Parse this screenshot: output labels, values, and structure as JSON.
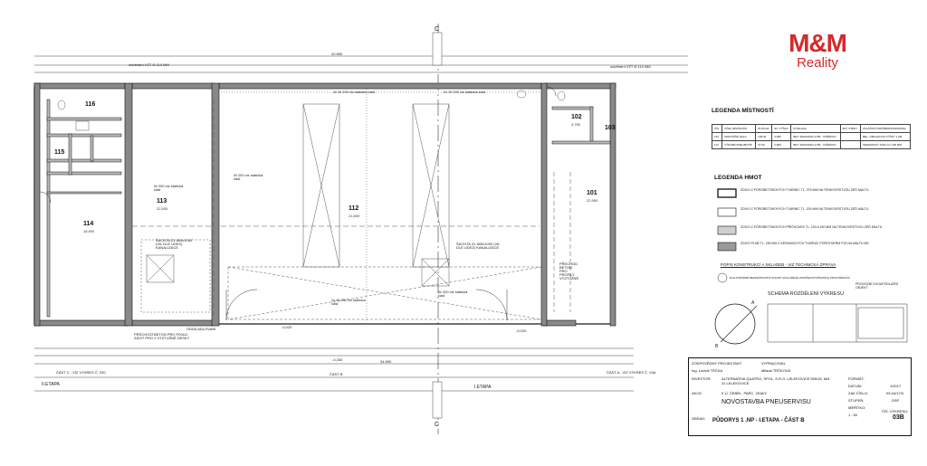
{
  "logo": {
    "brand": "M&M",
    "sub": "Reality"
  },
  "rooms": [
    {
      "id": "116",
      "area": ""
    },
    {
      "id": "115",
      "area": ""
    },
    {
      "id": "114",
      "area": "15,900"
    },
    {
      "id": "113",
      "area": "22,500"
    },
    {
      "id": "112",
      "area": "21,600"
    },
    {
      "id": "102",
      "area": "4,750"
    },
    {
      "id": "103",
      "area": ""
    },
    {
      "id": "101",
      "area": "22,900"
    }
  ],
  "annotations": {
    "vzt_left": "odvětrání VZT Ø 110 MM",
    "vzt_right": "odvětrání VZT Ø 110 MM",
    "beam1": "2x W 200 viz statická část",
    "beam2": "2x W 200 viz statická část",
    "beam_left": "W 200 viz statická část",
    "beam_mid": "W 200 viz statická část",
    "beam_bottom1": "2x W 200 viz statická část",
    "beam_bottom2": "W 200 viz statická část",
    "shaft_left": "ŠACHTA Z1 800x1000 (VIL DLE UDEZ) KANALIZACE",
    "shaft_right": "ŠACHTA Z1 800x1000 (VIL DLE UDEZ) KANALIZACE",
    "door_label": "ODDILADLOVANÍ",
    "wall_left_note": "PRŮCHOZÍ BETON PRO FIXACI ZÁVIT PRO 2 VÝZTUŽNÉ DESKY",
    "wall_right_note": "PŘECHOD BETON PRO PROFILY VÝZTUŽNÉ",
    "grade_left": "-0,020",
    "grade_mid": "-0,020",
    "grade_bottom": "-0,330",
    "section_c": "C",
    "section_c2": "C",
    "dim_total": "34 890",
    "dim_top": "20 890"
  },
  "etapa": {
    "ii": "II.ETAPA",
    "i": "I.ETAPA",
    "part_c": "ČÁST C - VIZ VÝKRES Č. 03C",
    "part_b": "ČÁST B",
    "part_a": "ČÁST A - VIZ VÝKRES Č. 03A"
  },
  "legend_rooms": {
    "title": "LEGENDA MÍSTNOSTÍ",
    "headers": [
      "ČÍS.",
      "ÚČEL MÍSTNOSTI",
      "PLOCHA",
      "SV. VÝŠKA",
      "PODLAHA",
      "ZDÍ, STĚNY",
      "ZVLÁŠTNÍ OPATŘENÍ/POZNÁMKA"
    ],
    "rows": [
      [
        "113",
        "MONTÁŽNÍ HALA",
        "135,00",
        "3,960",
        "BET. MAZANINA 2,5M - STĚRKOU",
        "",
        "BEL. OBKLAD DO VÝŠKY 1,2M"
      ],
      [
        "114",
        "VÝROBA PNEUMATIK",
        "37,00",
        "2,960",
        "BET. MAZANINA 2,5M - STĚRKOU",
        "",
        "KERAMICKÝ SOKL H= 150 MM"
      ]
    ]
  },
  "legend_materials": {
    "title": "LEGENDA HMOT",
    "items": [
      "ZDIVO Z PÓROBETONOVÝCH TVÁRNIC TL. 375 MM NA TENKOVRSTVOU ZEĎ MALTU",
      "ZDIVO Z PÓROBETONOVÝCH TVÁRNIC TL. 200 MM NA TENKOVRSTVOU ZEĎ MALTU",
      "ZDIVO Z PÓROBETONOVÝCH PŘÍČKOVEK TL. 100 A 150 MM NA TENKOVRSTVOU ZEĎ MALTU",
      "ZDIVO PLNÉ TL. 290 MM Z KERAMICKÝCH TVÁRNIC POROTHERM P15 NA MALTU M5"
    ]
  },
  "konstrukce": {
    "title": "POPIS KONSTRUKCÍ A SKLADEB - VIZ TECHNICKÁ ZPRÁVA",
    "note": "DLE POŽÁRNĚ BEZPEČNOSTNÍ STAVBY (DOLOŽENÉ OPATŘENÍ POŽÁRNÍCH PROSTŘEDKŮ)"
  },
  "schema": {
    "title": "SCHEMA ROZDĚLENÍ VÝKRESU",
    "provozni": "PROVOZNÍ DVOUPODLAŽNÍ OBJEKT",
    "a_label": "A",
    "b_label": "B"
  },
  "title_block": {
    "row1_label": "ZODPOVĚDNÝ PROJEKTANT",
    "row1_value": "VYPRACOVAL",
    "row2_name": "Ing. Ludvík TRČKA",
    "row2_by": "Milada TRČKOVÁ",
    "investor_label": "INVESTOR:",
    "investor": "ALTERNATIVA QUATRO, SPOL. S.R.O. LELEKOVICE 559/18, 664 31 LELEKOVICE",
    "akce_label": "AKCE:",
    "akce_parcel": "K.Ú. ČEBÍN , PARC. 2516/2",
    "project": "NOVOSTAVBA PNEUSERVISU",
    "obsah_label": "OBSAH:",
    "content": "PŮDORYS 1 .NP - I.ETAPA - ČÁST B",
    "format_label": "FORMÁT:",
    "datum_label": "DATUM:",
    "datum": "1/2017",
    "zak_label": "ZAK.ČÍSLO:",
    "zak": "09-04/17/0",
    "stupen_label": "STUPEŇ:",
    "stupen": "DSP",
    "meritko_label": "MĚŘÍTKO:",
    "meritko": "1 : 50",
    "cis_label": "ČÍS. VÝKRESU:",
    "cis": "03B"
  }
}
